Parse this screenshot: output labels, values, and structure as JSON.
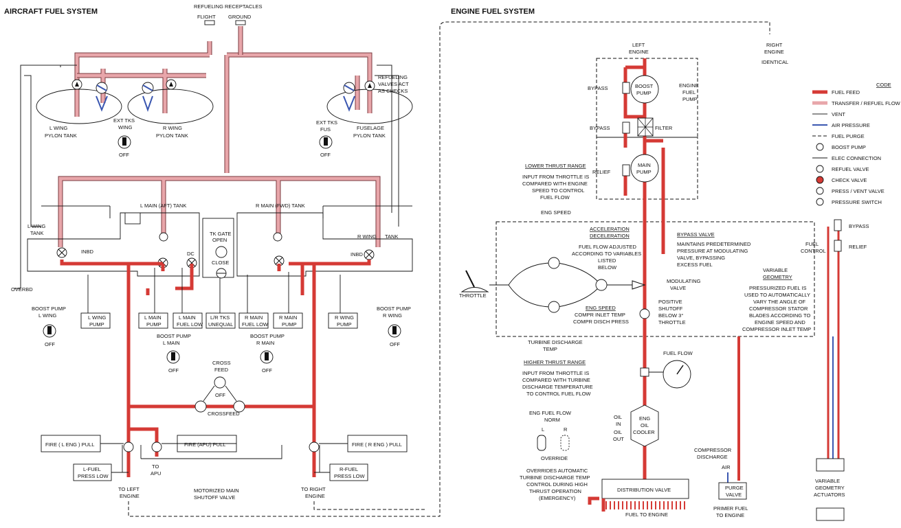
{
  "titles": {
    "aircraft": "AIRCRAFT  FUEL SYSTEM",
    "engine": "ENGINE FUEL SYSTEM"
  },
  "aircraft": {
    "refuel_receptacles": "REFUELING RECEPTACLES",
    "flight": "FLIGHT",
    "ground": "GROUND",
    "refuel_valves_line1": "REFUELING",
    "refuel_valves_line2": "VALVES ACT",
    "refuel_valves_line3": "AS CHECKS",
    "l_wing_pylon_line1": "L WING",
    "l_wing_pylon_line2": "PYLON TANK",
    "ext_tks_wing_line1": "EXT TKS",
    "ext_tks_wing_line2": "WING",
    "r_wing_pylon_line1": "R WING",
    "r_wing_pylon_line2": "PYLON TANK",
    "ext_tks_fus_line1": "EXT TKS",
    "ext_tks_fus_line2": "FUS",
    "fuselage_pylon_line1": "FUSELAGE",
    "fuselage_pylon_line2": "PYLON TANK",
    "off": "OFF",
    "l_main_aft": "L MAIN   (AFT) TANK",
    "r_main_fwd": "R MAIN   (FWD) TANK",
    "l_wing_tank_line1": "L WING",
    "l_wing_tank_line2": "TANK",
    "r_wing": "R WING",
    "tank": "TANK",
    "inbd": "INBD",
    "tk_gate_line1": "TK GATE",
    "tk_gate_line2": "OPEN",
    "close": "CLOSE",
    "dc": "DC",
    "overbd": "OVERBD",
    "boost_l_wing_line1": "BOOST PUMP",
    "boost_l_wing_line2": "L WING",
    "boost_r_wing_line1": "BOOST PUMP",
    "boost_r_wing_line2": "R WING",
    "l_wing_pump_line1": "L WING",
    "l_wing_pump_line2": "PUMP",
    "l_main_pump_line1": "L MAIN",
    "l_main_pump_line2": "PUMP",
    "l_main_fuel_low_line1": "L MAIN",
    "l_main_fuel_low_line2": "FUEL LOW",
    "lr_tks_line1": "L/R TKS",
    "lr_tks_line2": "UNEQUAL",
    "r_main_fuel_low_line1": "R MAIN",
    "r_main_fuel_low_line2": "FUEL LOW",
    "r_main_pump_line1": "R MAIN",
    "r_main_pump_line2": "PUMP",
    "r_wing_pump_line1": "R WING",
    "r_wing_pump_line2": "PUMP",
    "boost_l_main_line1": "BOOST PUMP",
    "boost_l_main_line2": "L MAIN",
    "boost_r_main_line1": "BOOST PUMP",
    "boost_r_main_line2": "R MAIN",
    "cross_feed_line1": "CROSS",
    "cross_feed_line2": "FEED",
    "crossfeed": "CROSSFEED",
    "fire_l_eng": "FIRE (  L ENG  ) PULL",
    "fire_apu": "FIRE (APU) PULL",
    "fire_r_eng": "FIRE (  R ENG  ) PULL",
    "l_fuel_press_line1": "L-FUEL",
    "l_fuel_press_line2": "PRESS LOW",
    "r_fuel_press_line1": "R-FUEL",
    "r_fuel_press_line2": "PRESS LOW",
    "to_apu_line1": "TO",
    "to_apu_line2": "APU",
    "to_left_engine_line1": "TO LEFT",
    "to_left_engine_line2": "ENGINE",
    "to_right_engine_line1": "TO RIGHT",
    "to_right_engine_line2": "ENGINE",
    "motorized_line1": "MOTORIZED MAIN",
    "motorized_line2": "SHUTOFF VALVE"
  },
  "engine": {
    "left_engine_line1": "LEFT",
    "left_engine_line2": "ENGINE",
    "right_engine_line1": "RIGHT",
    "right_engine_line2": "ENGINE",
    "identical": "IDENTICAL",
    "boost_pump_line1": "BOOST",
    "boost_pump_line2": "PUMP",
    "engine_fuel_pump_line1": "ENGINE",
    "engine_fuel_pump_line2": "FUEL",
    "engine_fuel_pump_line3": "PUMP",
    "bypass": "BYPASS",
    "bypass2": "BYPASS",
    "filter": "FILTER",
    "relief": "RELIEF",
    "main_pump_line1": "MAIN",
    "main_pump_line2": "PUMP",
    "lower_thrust_title": "LOWER THRUST RANGE",
    "lower_thrust_line1": "INPUT FROM THROTTLE IS",
    "lower_thrust_line2": "COMPARED WITH ENGINE",
    "lower_thrust_line3": "SPEED TO CONTROL",
    "lower_thrust_line4": "FUEL FLOW",
    "eng_speed_top": "ENG SPEED",
    "accel_line1": "ACCELERATION",
    "accel_line2": "DECELERATION",
    "fuel_flow_adj_line1": "FUEL FLOW ADJUSTED",
    "fuel_flow_adj_line2": "ACCORDING TO VARIABLES",
    "fuel_flow_adj_line3": "LISTED",
    "fuel_flow_adj_line4": "BELOW",
    "bypass_valve_title": "BYPASS VALVE",
    "bypass_valve_line1": "MAINTAINS PREDETERMINED",
    "bypass_valve_line2": "PRESSURE AT MODULATING",
    "bypass_valve_line3": "VALVE, BYPASSING",
    "bypass_valve_line4": "EXCESS FUEL",
    "fuel_control_line1": "FUEL",
    "fuel_control_line2": "CONTROL",
    "throttle": "THROTTLE",
    "modulating_line1": "MODULATING",
    "modulating_line2": "VALVE",
    "eng_speed_bottom": "ENG SPEED",
    "compr_inlet": "COMPR INLET TEMP",
    "compr_disch": "COMPR DISCH PRESS",
    "positive_line1": "POSITIVE",
    "positive_line2": "SHUTOFF",
    "positive_line3": "BELOW 3°",
    "positive_line4": "THROTTLE",
    "turbine_line1": "TURBINE DISCHARGE",
    "turbine_line2": "TEMP",
    "variable_geom_line1": "VARIABLE",
    "variable_geom_line2": "GEOMETRY",
    "pressurized_line1": "PRESSURIZED FUEL IS",
    "pressurized_line2": "USED TO AUTOMATICALLY",
    "pressurized_line3": "VARY THE ANGLE OF",
    "pressurized_line4": "COMPRESSOR STATOR",
    "pressurized_line5": "BLADES ACCORDING TO",
    "pressurized_line6": "ENGINE SPEED AND",
    "pressurized_line7": "COMPRESSOR INLET TEMP",
    "higher_thrust_title": "HIGHER THRUST RANGE",
    "higher_thrust_line1": "INPUT FROM THROTTLE IS",
    "higher_thrust_line2": "COMPARED WITH TURBINE",
    "higher_thrust_line3": "DISCHARGE TEMPERATURE",
    "higher_thrust_line4": "TO CONTROL FUEL FLOW",
    "fuel_flow": "FUEL FLOW",
    "eng_fuel_flow_line1": "ENG FUEL FLOW",
    "eng_fuel_flow_line2": "NORM",
    "l": "L",
    "r": "R",
    "override": "OVERRIDE",
    "overrides_line1": "OVERRIDES AUTOMATIC",
    "overrides_line2": "TURBINE DISCHARGE TEMP",
    "overrides_line3": "CONTROL DURING HIGH",
    "overrides_line4": "THRUST OPERATION",
    "overrides_line5": "(EMERGENCY)",
    "oil_in_line1": "OIL",
    "oil_in_line2": "IN",
    "oil_out_line1": "OIL",
    "oil_out_line2": "OUT",
    "cooler_line1": "ENG",
    "cooler_line2": "OIL",
    "cooler_line3": "COOLER",
    "compressor_line1": "COMPRESSOR",
    "compressor_line2": "DISCHARGE",
    "air": "AIR",
    "purge_line1": "PURGE",
    "purge_line2": "VALVE",
    "primer_line1": "PRIMER FUEL",
    "primer_line2": "TO ENGINE",
    "distribution": "DISTRIBUTION VALVE",
    "fuel_to_engine": "FUEL TO ENGINE",
    "vg_act_line1": "VARIABLE",
    "vg_act_line2": "GEOMETRY",
    "vg_act_line3": "ACTUATORS"
  },
  "legend": {
    "code": "CODE",
    "items": [
      {
        "label": "FUEL FEED",
        "kind": "feed"
      },
      {
        "label": "TRANSFER / REFUEL FLOW",
        "kind": "xfer"
      },
      {
        "label": "VENT",
        "kind": "vent"
      },
      {
        "label": "AIR PRESSURE",
        "kind": "air"
      },
      {
        "label": "FUEL PURGE",
        "kind": "purge"
      },
      {
        "label": "BOOST PUMP",
        "kind": "boost"
      },
      {
        "label": "ELEC CONNECTION",
        "kind": "elec"
      },
      {
        "label": "REFUEL VALVE",
        "kind": "refuel"
      },
      {
        "label": "CHECK VALVE",
        "kind": "check"
      },
      {
        "label": "PRESS / VENT VALVE",
        "kind": "pressvent"
      },
      {
        "label": "PRESSURE SWITCH",
        "kind": "pswitch"
      }
    ],
    "bypass": "BYPASS",
    "relief": "RELIEF"
  },
  "colors": {
    "fuel_feed": "#d53a35",
    "transfer": "#e8a6aa",
    "air": "#3a56b0"
  }
}
